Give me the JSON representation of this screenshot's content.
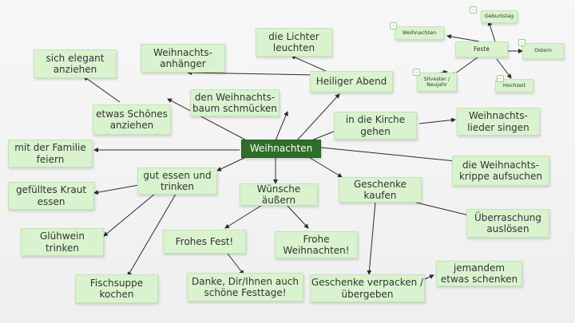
{
  "center": "Weihnachten",
  "nodes": {
    "anziehen": "sich elegant\nanziehen",
    "anhaenger": "Weihnachts-\nanhänger",
    "lichter": "die Lichter\nleuchten",
    "etwasschoenes": "etwas Schönes\nanziehen",
    "baum": "den Weihnachts-\nbaum schmücken",
    "heiligerabend": "Heiliger Abend",
    "kirche": "in die Kirche\ngehen",
    "lieder": "Weihnachts-\nlieder singen",
    "familie": "mit der Familie\nfeiern",
    "gutessen": "gut essen und\ntrinken",
    "kraut": "gefülltes Kraut\nessen",
    "wuensche": "Wünsche äußern",
    "geschenke": "Geschenke\nkaufen",
    "krippe": "die Weihnachts-\nkrippe aufsuchen",
    "gluehwein": "Glühwein\ntrinken",
    "frohesfest": "Frohes Fest!",
    "froheweihnachten": "Frohe\nWeihnachten!",
    "ueberraschung": "Überraschung\nauslösen",
    "fischsuppe": "Fischsuppe\nkochen",
    "danke": "Danke, Dir/Ihnen auch\nschöne Festtage!",
    "verpacken": "Geschenke verpacken /\nübergeben",
    "jemandem": "jemandem\netwas schenken"
  },
  "feste": {
    "label": "Feste",
    "items": {
      "geburtstag": "Geburtstag",
      "weihnachten": "Weihnachten",
      "ostern": "Ostern",
      "silvester": "Silvester /\nNeujahr",
      "hochzeit": "Hochzeit"
    }
  },
  "colors": {
    "node_fill": "#d9f3cf",
    "center_fill": "#2f6e2a",
    "link": "#2b2b2b"
  }
}
